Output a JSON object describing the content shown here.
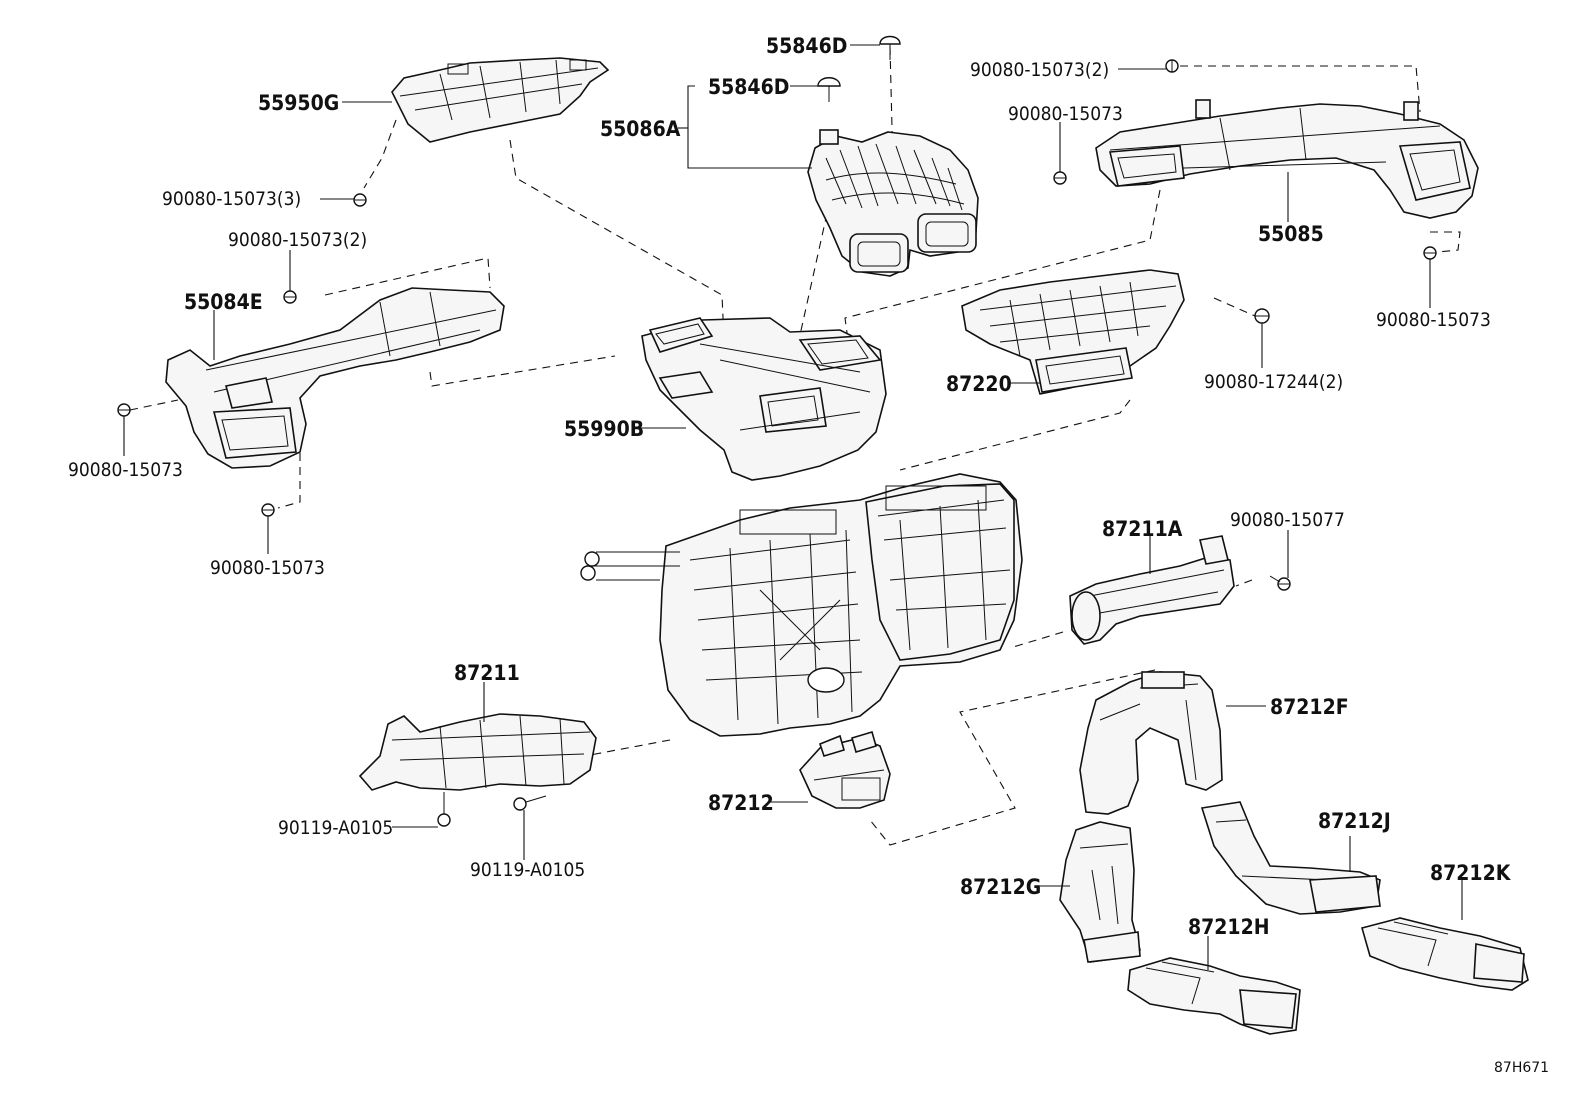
{
  "part_labels": {
    "p55846D_top": "55846D",
    "p55846D": "55846D",
    "p55086A": "55086A",
    "p55950G": "55950G",
    "p90080_15073_3": "90080-15073(3)",
    "p90080_15073_2_top": "90080-15073(2)",
    "p90080_15073_rt1": "90080-15073",
    "p55085": "55085",
    "p90080_15073_rt2": "90080-15073",
    "p90080_15073_2_left": "90080-15073(2)",
    "p55084E": "55084E",
    "p90080_15073_left": "90080-15073",
    "p90080_15073_lower": "90080-15073",
    "p87220": "87220",
    "p90080_17244_2": "90080-17244(2)",
    "p55990B": "55990B",
    "p87211A": "87211A",
    "p90080_15077": "90080-15077",
    "p87211": "87211",
    "p87212F": "87212F",
    "p87212": "87212",
    "p90119_A0105_a": "90119-A0105",
    "p90119_A0105_b": "90119-A0105",
    "p87212J": "87212J",
    "p87212K": "87212K",
    "p87212G": "87212G",
    "p87212H": "87212H"
  },
  "diagram_code": "87H671"
}
